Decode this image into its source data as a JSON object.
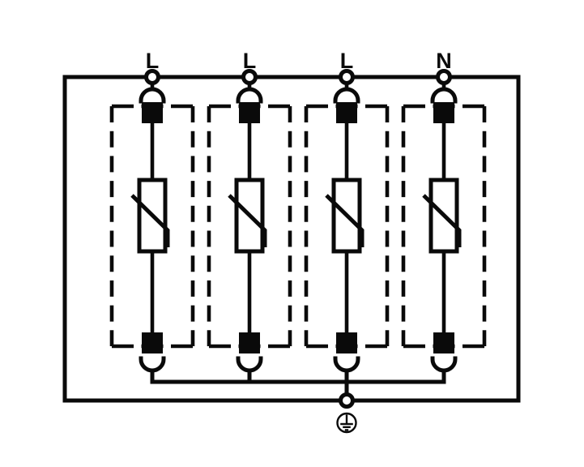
{
  "diagram": {
    "kind": "surge-protective-device-wiring-schematic",
    "background_color": "#ffffff",
    "line_color": "#0a0a0a",
    "terminals": [
      {
        "label": "L"
      },
      {
        "label": "L"
      },
      {
        "label": "L"
      },
      {
        "label": "N"
      }
    ],
    "branch_count": 4,
    "branch_component": "varistor",
    "branch_module": "pluggable-module-dashed-outline",
    "earth": {
      "icon": "protective-earth-icon",
      "connection": "common-earth-bus"
    }
  }
}
